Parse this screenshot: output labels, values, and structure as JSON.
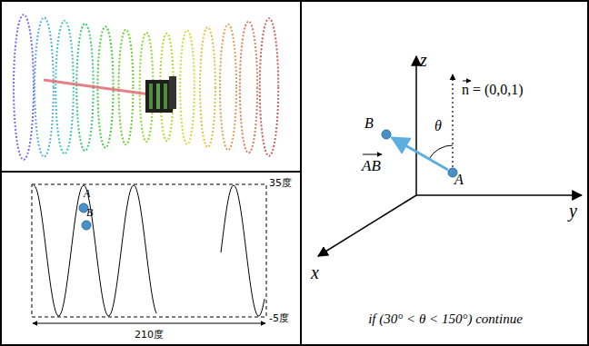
{
  "diagram": {
    "nodes": [
      {
        "text": [
          "A"
        ]
      },
      {
        "text": [
          "B"
        ]
      },
      {
        "text": [
          "A"
        ]
      },
      {
        "text": [
          "B"
        ]
      }
    ],
    "edges": [
      {
        "from": 2,
        "to": 3,
        "arrow": "to",
        "label": "AB"
      }
    ],
    "labels": [
      "35度",
      "-5度",
      "210度",
      "z",
      "y",
      "x",
      "n = (0,0,1)",
      "θ",
      "if (30° < θ < 150°) continue"
    ]
  }
}
